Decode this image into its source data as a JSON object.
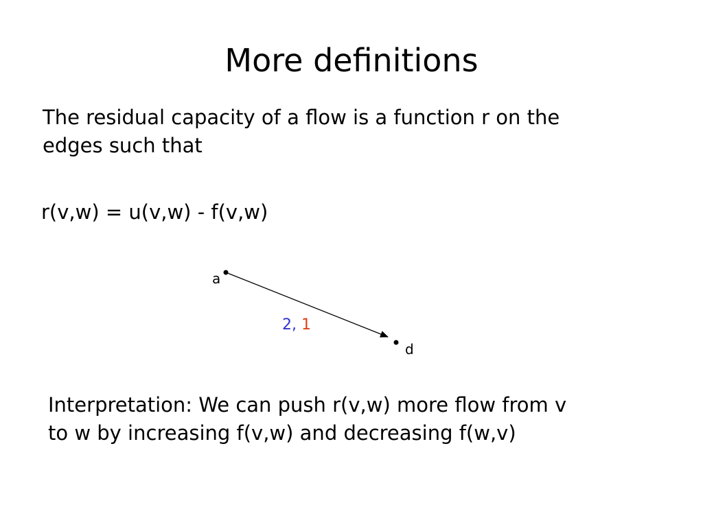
{
  "slide": {
    "title": "More definitions",
    "definition_lines": [
      "The residual capacity of a flow is a function r on the",
      "edges such that"
    ],
    "formula": "r(v,w) = u(v,w) - f(v,w)",
    "interpretation_lines": [
      "Interpretation: We can push r(v,w) more flow from v",
      "to w by increasing f(v,w) and decreasing f(w,v)"
    ]
  },
  "diagram": {
    "nodes": [
      {
        "id": "a",
        "label": "a"
      },
      {
        "id": "d",
        "label": "d"
      }
    ],
    "edge": {
      "from": "a",
      "to": "d",
      "capacity": "2",
      "separator": ",",
      "flow": "1",
      "capacity_color": "#3333cc",
      "flow_color": "#e0401a"
    }
  }
}
